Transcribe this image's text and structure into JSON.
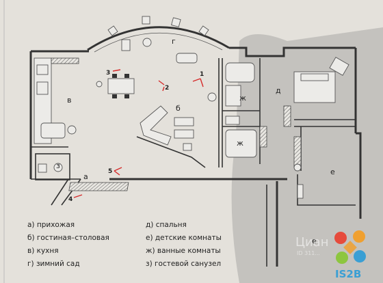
{
  "rooms": {
    "a": "а",
    "b": "б",
    "v": "в",
    "g": "г",
    "d": "д",
    "e1": "е",
    "e2": "е",
    "zh1": "ж",
    "zh2": "ж",
    "z": "з"
  },
  "viewpoints": [
    "1",
    "2",
    "3",
    "4",
    "5"
  ],
  "legend": [
    "а) прихожая",
    "б) гостиная–столовая",
    "в) кухня",
    "г) зимний сад",
    "д) спальня",
    "е) детские комнаты",
    "ж) ванные комнаты",
    "з) гостевой санузел"
  ],
  "watermark": {
    "text": "Циан",
    "id_text": "ID 311..."
  },
  "logo": {
    "text": "IS2B",
    "colors": [
      "#e64b3c",
      "#f0a030",
      "#8dc63f",
      "#3a9fd4"
    ]
  }
}
